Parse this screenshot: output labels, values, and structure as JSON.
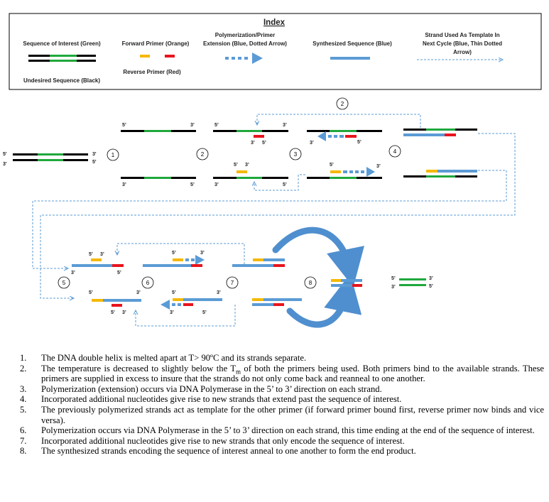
{
  "index": {
    "title": "Index",
    "sequence_of_interest": "Sequence of Interest (Green)",
    "undesired_sequence": "Undesired Sequence (Black)",
    "forward_primer": "Forward Primer (Orange)",
    "reverse_primer": "Reverse Primer (Red)",
    "polymerization_line1": "Polymerization/Primer",
    "polymerization_line2": "Extension (Blue, Dotted Arrow)",
    "synthesized_sequence": "Synthesized Sequence (Blue)",
    "template_line1": "Strand Used As Template In",
    "template_line2": "Next Cycle  (Blue, Thin Dotted",
    "template_line3": "Arrow)"
  },
  "labels": {
    "five_prime": "5'",
    "three_prime": "3'",
    "five_prime_b": "5’",
    "three_prime_b": "3’"
  },
  "step_numbers": [
    "1",
    "2",
    "3",
    "4",
    "5",
    "6",
    "7",
    "8"
  ],
  "colors": {
    "sequence_of_interest": "#1fa83c",
    "undesired_sequence": "#000000",
    "forward_primer": "#f5b800",
    "reverse_primer": "#e8141c",
    "synthesized": "#5b9bd5",
    "arrow_dark": "#2e6aa6"
  },
  "steps": [
    {
      "num": "1.",
      "text": "The DNA double helix is melted apart at T> 90ºC and its strands separate."
    },
    {
      "num": "2.",
      "text_before": "The temperature is decreased to slightly below the T",
      "sub": "m",
      "text_after": " of both the primers being used.  Both primers bind to the available strands.  These primers are supplied in excess to insure that the strands do not only come back and reanneal to one another."
    },
    {
      "num": "3.",
      "text": "Polymerization (extension) occurs via DNA Polymerase in the 5’ to 3’ direction on each strand."
    },
    {
      "num": "4.",
      "text": "Incorporated additional nucleotides give rise to new strands that extend past the sequence of interest."
    },
    {
      "num": "5.",
      "text": "The previously polymerized strands act as template for the other primer (if forward primer bound first, reverse primer now binds and vice versa)."
    },
    {
      "num": "6.",
      "text": "Polymerization occurs via DNA Polymerase in the 5’ to 3’ direction on each strand, this time ending at the end of the sequence of interest."
    },
    {
      "num": "7.",
      "text": "Incorporated additional nucleotides give rise to new strands that only encode the  sequence of interest."
    },
    {
      "num": "8.",
      "text": "The synthesized strands encoding the sequence of interest anneal to one another to form the end product."
    }
  ]
}
